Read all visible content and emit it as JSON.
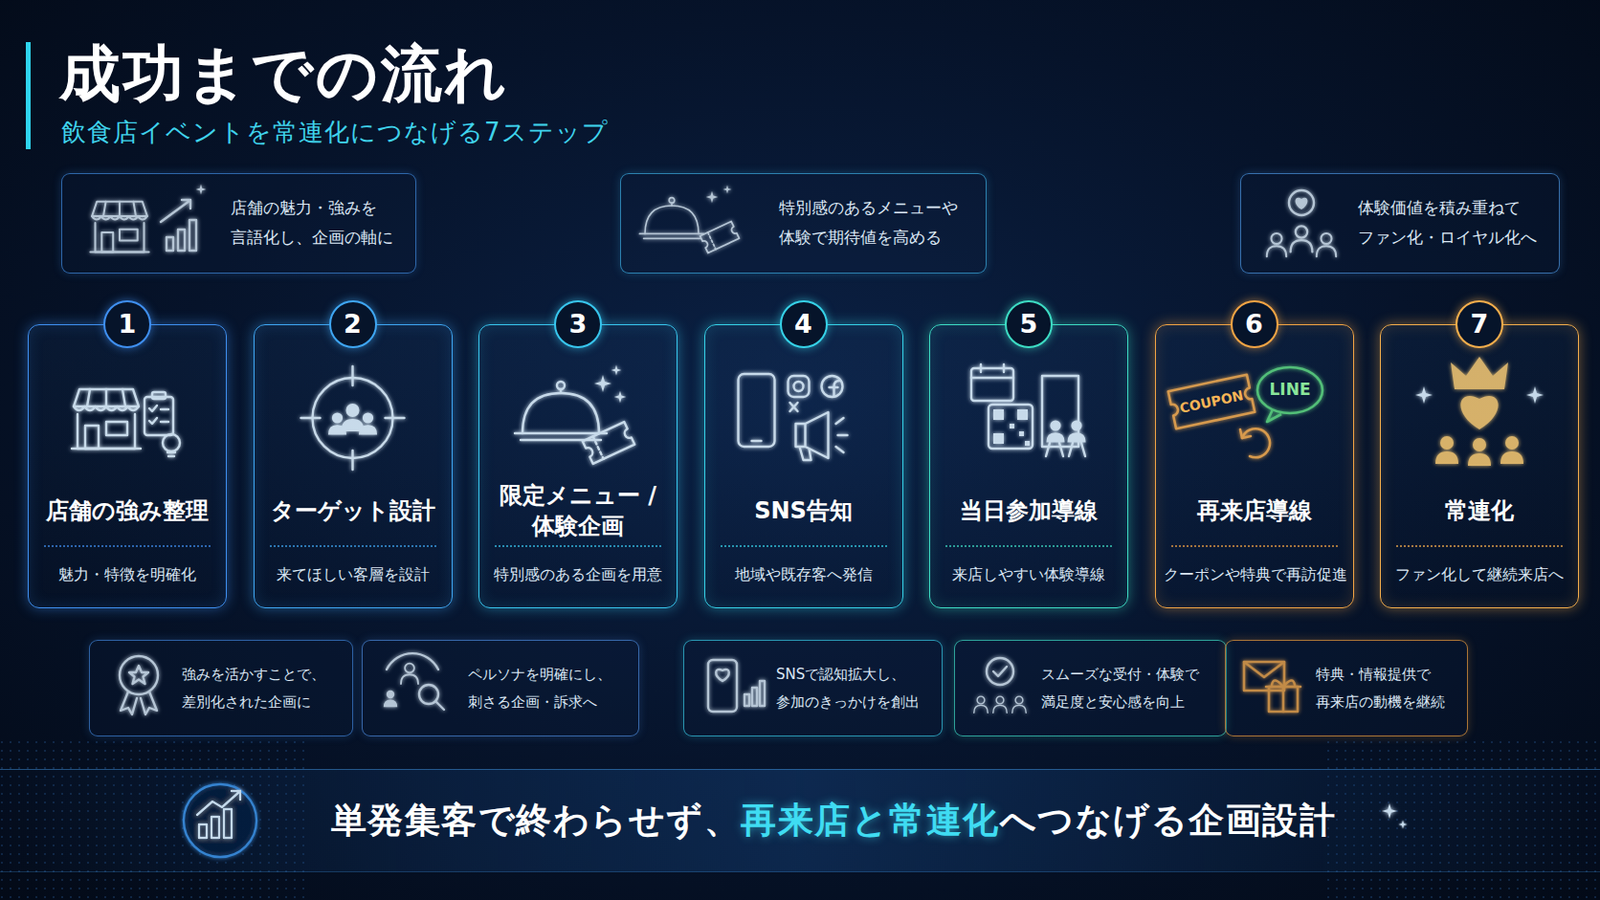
{
  "diagram": {
    "title": "成功までの流れ",
    "caption": "飲食店イベントを常連化につなげる7ステップ",
    "nodes": [
      {
        "text": [
          "店舗の魅力・強みを 言語化し、企画の軸に"
        ]
      },
      {
        "text": [
          "特別感のあるメニューや 体験で期待値を高める"
        ]
      },
      {
        "text": [
          "体験価値を積み重ねて ファン化・ロイヤル化へ"
        ]
      },
      {
        "text": [
          "1",
          "店舗の強み整理",
          "魅力・特徴を明確化"
        ]
      },
      {
        "text": [
          "2",
          "ターゲット設計",
          "来てほしい客層を設計"
        ]
      },
      {
        "text": [
          "3",
          "限定メニュー / 体験企画",
          "特別感のある企画を用意"
        ]
      },
      {
        "text": [
          "4",
          "SNS告知",
          "地域や既存客へ発信"
        ]
      },
      {
        "text": [
          "5",
          "当日参加導線",
          "来店しやすい体験導線"
        ]
      },
      {
        "text": [
          "6",
          "再来店導線",
          "クーポンや特典で再訪促進"
        ]
      },
      {
        "text": [
          "7",
          "常連化",
          "ファン化して継続来店へ"
        ]
      },
      {
        "text": [
          "強みを活かすことで、 差別化された企画に"
        ]
      },
      {
        "text": [
          "ペルソナを明確にし、 刺さる企画・訴求へ"
        ]
      },
      {
        "text": [
          "SNSで認知拡大し、 参加のきっかけを創出"
        ]
      },
      {
        "text": [
          "スムーズな受付・体験で 満足度と安心感を向上"
        ]
      },
      {
        "text": [
          "特典・情報提供で 再来店の動機を継続"
        ]
      },
      {
        "text": [
          "単発集客で終わらせず、",
          "再来店と常連化",
          "へつなげる企画設計"
        ]
      }
    ],
    "edges": [
      {
        "from": 3,
        "to": 4,
        "arrow": "to"
      },
      {
        "from": 4,
        "to": 5,
        "arrow": "to"
      },
      {
        "from": 5,
        "to": 6,
        "arrow": "to"
      },
      {
        "from": 6,
        "to": 7,
        "arrow": "to"
      },
      {
        "from": 7,
        "to": 8,
        "arrow": "to"
      },
      {
        "from": 8,
        "to": 9,
        "arrow": "to"
      },
      {
        "from": 1,
        "to": 6,
        "arrow": "none"
      },
      {
        "from": 2,
        "to": 9,
        "arrow": "none"
      },
      {
        "from": 3,
        "to": 10,
        "arrow": "none"
      },
      {
        "from": 5,
        "to": 11,
        "arrow": "none"
      },
      {
        "from": 6,
        "to": 12,
        "arrow": "none"
      },
      {
        "from": 7,
        "to": 13,
        "arrow": "none"
      },
      {
        "from": 8,
        "to": 14,
        "arrow": "none"
      }
    ],
    "labels": [
      "COUPON",
      "LINE"
    ]
  }
}
